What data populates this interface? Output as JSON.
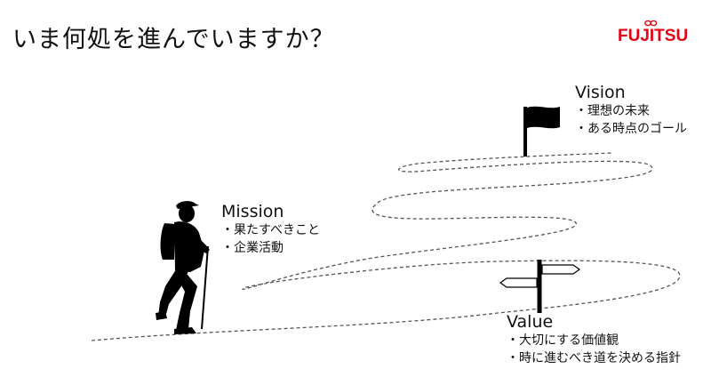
{
  "slide": {
    "title": "いま何処を進んでいますか？"
  },
  "logo": {
    "text": "FUJITSU",
    "color": "#e60012",
    "icon": "fujitsu-infinity-logo"
  },
  "vision": {
    "heading": "Vision",
    "items": [
      "・理想の未来",
      "・ある時点のゴール"
    ]
  },
  "mission": {
    "heading": "Mission",
    "items": [
      "・果たすべきこと",
      "・企業活動"
    ]
  },
  "value": {
    "heading": "Value",
    "items": [
      "・大切にする価値観",
      "・時に進むべき道を決める指針"
    ]
  },
  "colors": {
    "ink": "#111111",
    "path": "#555555",
    "background": "#ffffff"
  }
}
